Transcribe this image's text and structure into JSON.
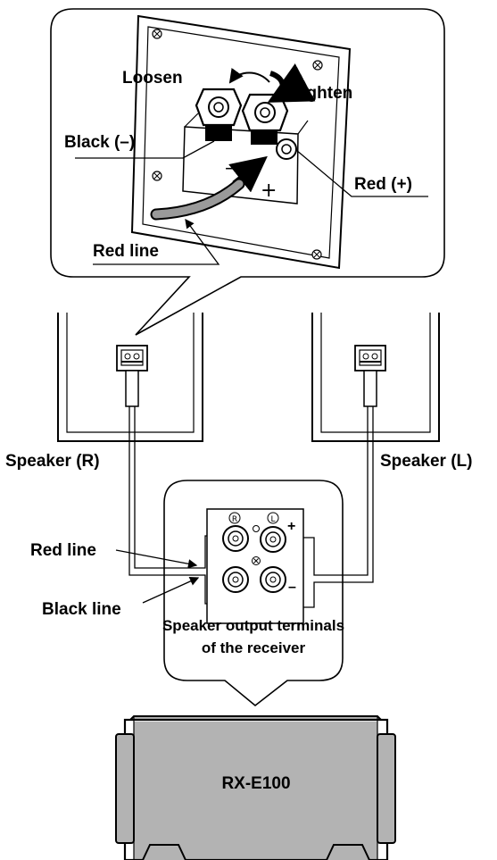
{
  "callout": {
    "loosen": "Loosen",
    "tighten": "Tighten",
    "black": "Black (–)",
    "red": "Red (+)",
    "red_line": "Red line",
    "minus_mark": "–",
    "plus_mark": "+"
  },
  "speakers": {
    "right": "Speaker (R)",
    "left": "Speaker (L)"
  },
  "terminals": {
    "red_line": "Red line",
    "black_line": "Black line",
    "caption_line1": "Speaker output terminals",
    "caption_line2": "of the receiver",
    "r_mark": "R",
    "l_mark": "L",
    "plus": "+",
    "minus": "–"
  },
  "receiver": {
    "model": "RX-E100",
    "color": "#b3b3b3"
  }
}
